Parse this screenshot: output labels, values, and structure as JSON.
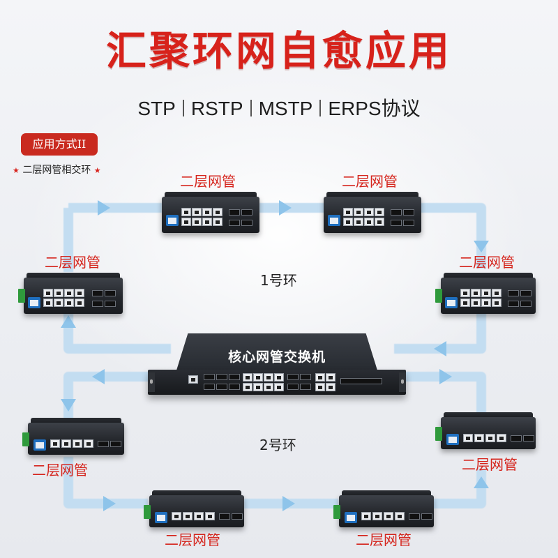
{
  "title": "汇聚环网自愈应用",
  "protocols": [
    "STP",
    "RSTP",
    "MSTP",
    "ERPS协议"
  ],
  "mode": {
    "badge": "应用方式II",
    "description": "二层网管相交环"
  },
  "core_switch": {
    "label": "核心网管交换机"
  },
  "rings": [
    {
      "label": "1号环"
    },
    {
      "label": "2号环"
    }
  ],
  "devices": [
    {
      "label": "二层网管"
    },
    {
      "label": "二层网管"
    },
    {
      "label": "二层网管"
    },
    {
      "label": "二层网管"
    },
    {
      "label": "二层网管"
    },
    {
      "label": "二层网管"
    },
    {
      "label": "二层网管"
    },
    {
      "label": "二层网管"
    }
  ],
  "colors": {
    "accent": "#d7221b",
    "ring": "#bcd9f0",
    "arrow": "#8ec4ea"
  }
}
